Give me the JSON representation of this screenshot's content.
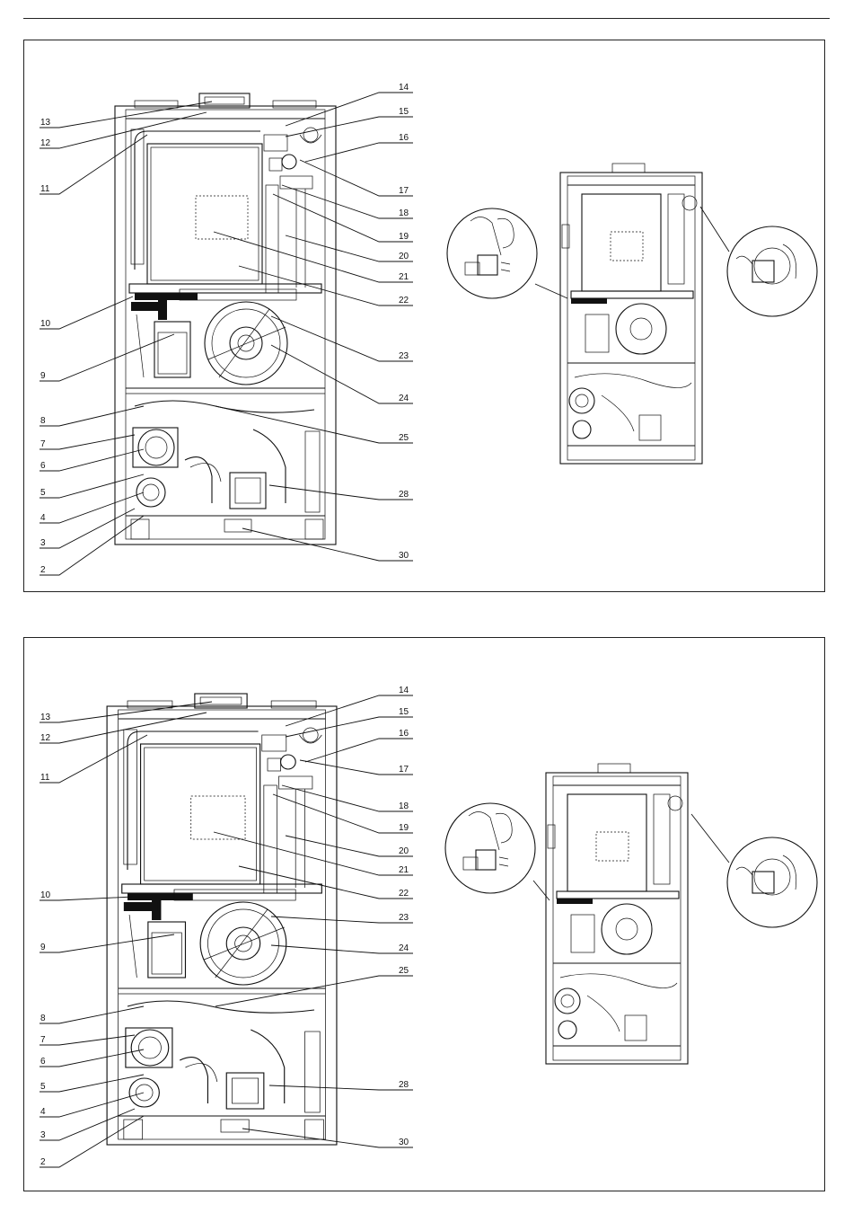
{
  "figures": [
    {
      "id": "figure-top",
      "callouts": [
        {
          "label": "13"
        },
        {
          "label": "12"
        },
        {
          "label": "11"
        },
        {
          "label": "10"
        },
        {
          "label": "9"
        },
        {
          "label": "8"
        },
        {
          "label": "7"
        },
        {
          "label": "6"
        },
        {
          "label": "5"
        },
        {
          "label": "4"
        },
        {
          "label": "3"
        },
        {
          "label": "2"
        },
        {
          "label": "14"
        },
        {
          "label": "15"
        },
        {
          "label": "16"
        },
        {
          "label": "17"
        },
        {
          "label": "18"
        },
        {
          "label": "19"
        },
        {
          "label": "20"
        },
        {
          "label": "21"
        },
        {
          "label": "22"
        },
        {
          "label": "23"
        },
        {
          "label": "24"
        },
        {
          "label": "25"
        },
        {
          "label": "28"
        },
        {
          "label": "30"
        }
      ]
    },
    {
      "id": "figure-bottom",
      "callouts": [
        {
          "label": "13"
        },
        {
          "label": "12"
        },
        {
          "label": "11"
        },
        {
          "label": "10"
        },
        {
          "label": "9"
        },
        {
          "label": "8"
        },
        {
          "label": "7"
        },
        {
          "label": "6"
        },
        {
          "label": "5"
        },
        {
          "label": "4"
        },
        {
          "label": "3"
        },
        {
          "label": "2"
        },
        {
          "label": "14"
        },
        {
          "label": "15"
        },
        {
          "label": "16"
        },
        {
          "label": "17"
        },
        {
          "label": "18"
        },
        {
          "label": "19"
        },
        {
          "label": "20"
        },
        {
          "label": "21"
        },
        {
          "label": "22"
        },
        {
          "label": "23"
        },
        {
          "label": "24"
        },
        {
          "label": "25"
        },
        {
          "label": "28"
        },
        {
          "label": "30"
        }
      ]
    }
  ]
}
